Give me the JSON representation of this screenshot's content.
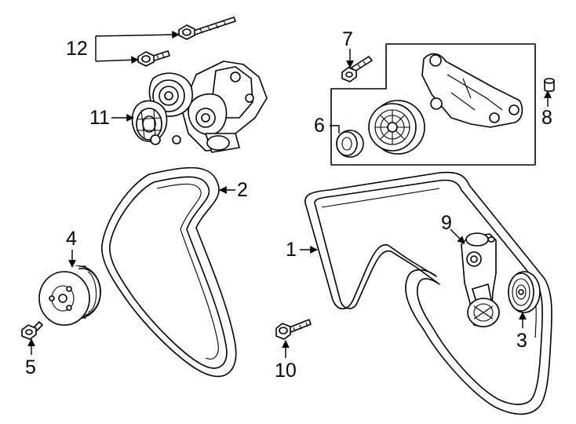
{
  "diagram": {
    "callouts": {
      "c1": "1",
      "c2": "2",
      "c3": "3",
      "c4": "4",
      "c5": "5",
      "c6": "6",
      "c7": "7",
      "c8": "8",
      "c9": "9",
      "c10": "10",
      "c11": "11",
      "c12": "12"
    },
    "colors": {
      "ink": "#000000",
      "paper": "#ffffff"
    }
  }
}
